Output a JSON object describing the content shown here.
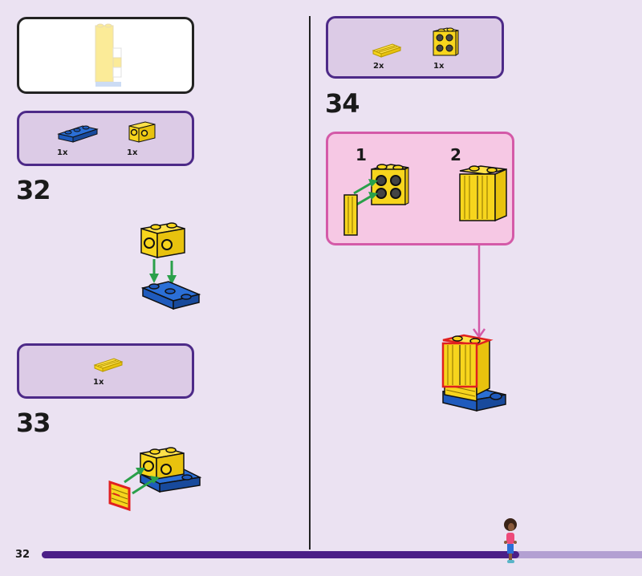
{
  "page": {
    "number": "32",
    "progress_fraction": 0.795
  },
  "preview": {
    "label": "previous-build-preview"
  },
  "steps": [
    {
      "number": "32",
      "parts": [
        {
          "name": "blue-plate-1x3",
          "qty": "1x",
          "color": "#1f5bbd"
        },
        {
          "name": "yellow-brick-1x2-side-studs",
          "qty": "1x",
          "color": "#f7d51d"
        }
      ]
    },
    {
      "number": "33",
      "parts": [
        {
          "name": "yellow-grille-tile-1x2",
          "qty": "1x",
          "color": "#f7d51d"
        }
      ]
    },
    {
      "number": "34",
      "parts": [
        {
          "name": "yellow-grille-tile-1x2",
          "qty": "2x",
          "color": "#f7d51d"
        },
        {
          "name": "yellow-brick-2x2-side-studs",
          "qty": "1x",
          "color": "#f7d51d"
        }
      ],
      "substeps": [
        "1",
        "2"
      ]
    }
  ],
  "colors": {
    "background": "#ebe2f2",
    "box_border": "#4d2a88",
    "box_fill": "#dccbe6",
    "callout_fill": "#f6c8e4",
    "callout_border": "#d45aa8",
    "arrow_green": "#2aa04a",
    "highlight_red": "#e02020",
    "progress_fill": "#4b1f87",
    "progress_track": "#b3a0d2"
  }
}
